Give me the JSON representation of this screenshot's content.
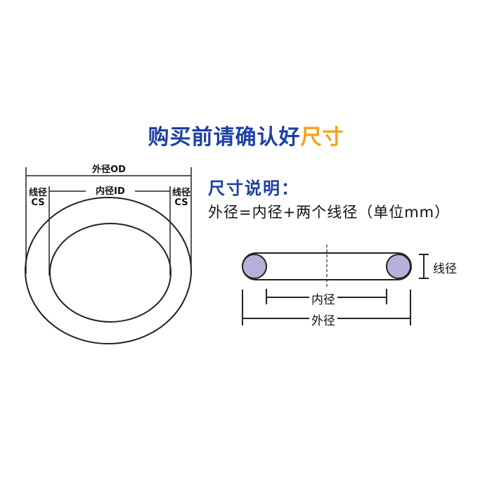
{
  "title": {
    "part1": "购买前请确认好",
    "part2": "尺寸"
  },
  "subhead": "尺寸说明：",
  "formula": "外径=内径+两个线径（单位mm）",
  "ring_diagram": {
    "od_label": "外径OD",
    "id_label": "内径ID",
    "cs_left_line1": "线径",
    "cs_left_line2": "CS",
    "cs_right_line1": "线径",
    "cs_right_line2": "CS"
  },
  "cross_section": {
    "cs_label": "线径",
    "inner_label": "内径",
    "outer_label": "外径",
    "circle_color": "#b8b0d8"
  },
  "colors": {
    "blue": "#1d3fa6",
    "orange": "#f5a11a"
  }
}
